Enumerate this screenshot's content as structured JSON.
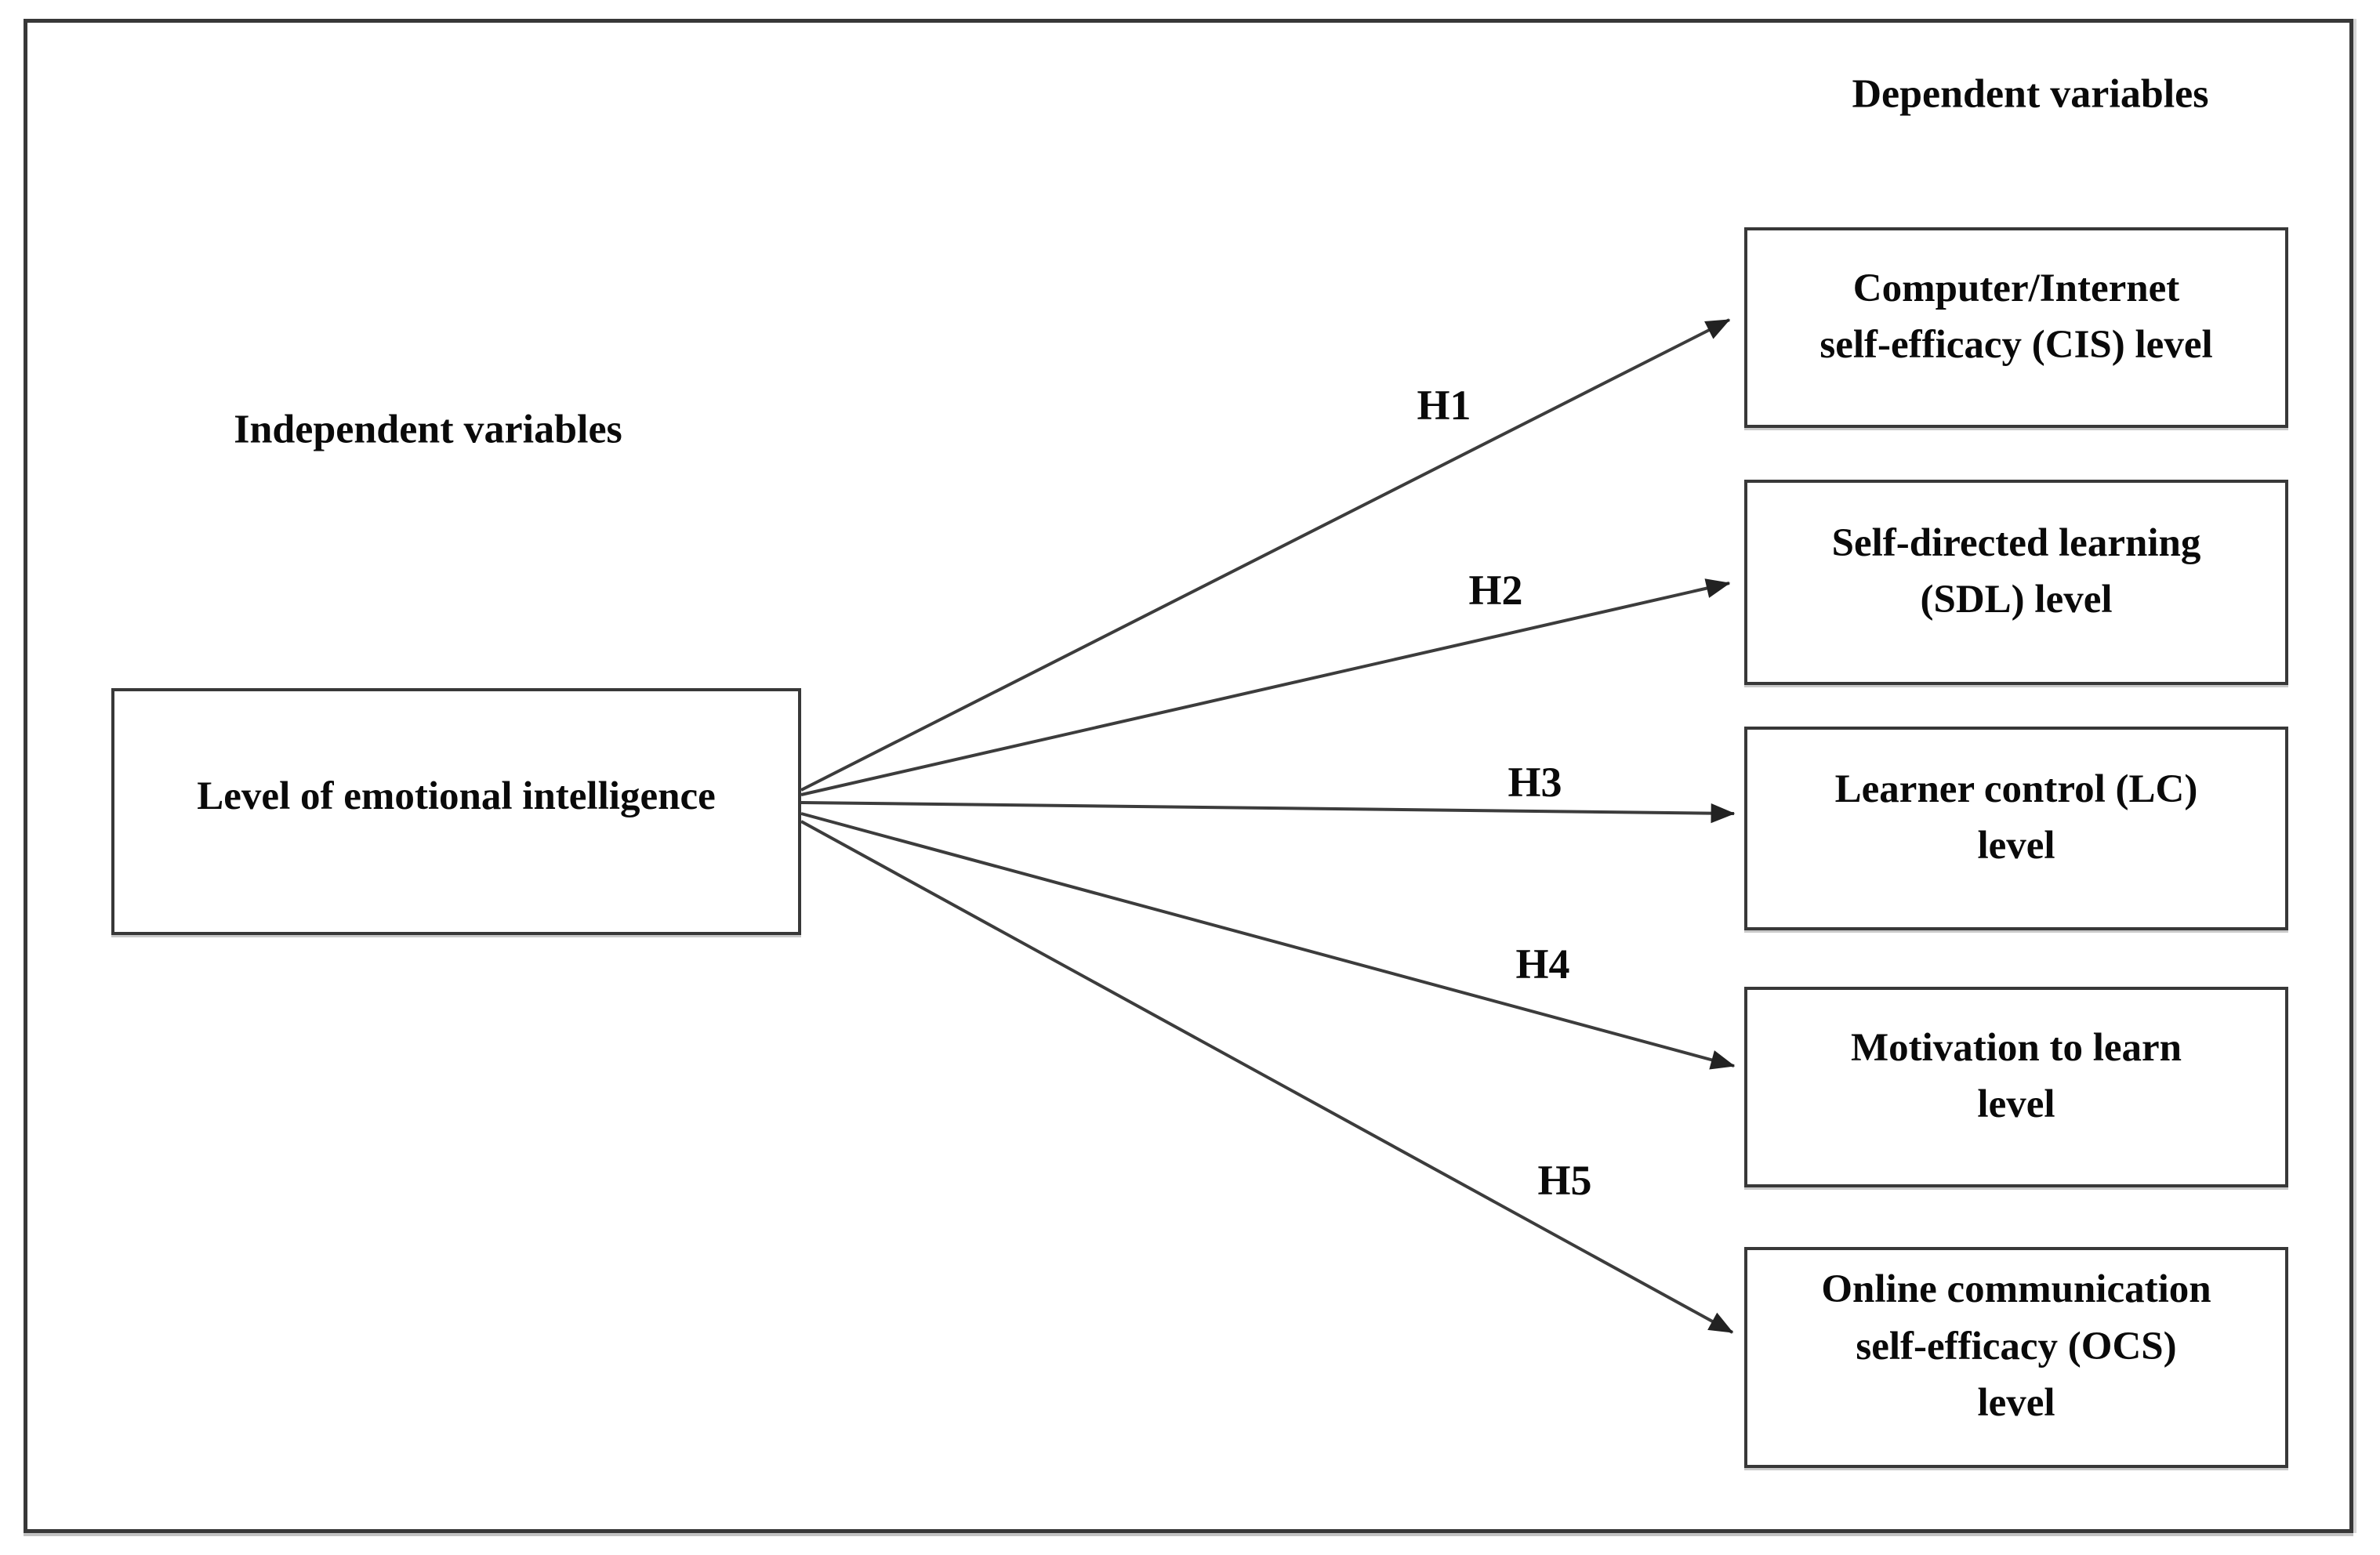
{
  "diagram": {
    "headings": {
      "independent": "Independent variables",
      "dependent": "Dependent variables"
    },
    "source": {
      "label": "Level of emotional intelligence"
    },
    "targets": [
      {
        "label": "Computer/Internet\nself-efficacy (CIS) level"
      },
      {
        "label": "Self-directed learning\n(SDL) level"
      },
      {
        "label": "Learner control (LC)\nlevel"
      },
      {
        "label": "Motivation to learn\nlevel"
      },
      {
        "label": "Online communication\nself-efficacy (OCS)\nlevel"
      }
    ],
    "arrows": [
      {
        "label": "H1"
      },
      {
        "label": "H2"
      },
      {
        "label": "H3"
      },
      {
        "label": "H4"
      },
      {
        "label": "H5"
      }
    ],
    "colors": {
      "background": "#ffffff",
      "border": "#383838",
      "line": "#3c3c3c",
      "text": "#0a0a0a"
    }
  }
}
